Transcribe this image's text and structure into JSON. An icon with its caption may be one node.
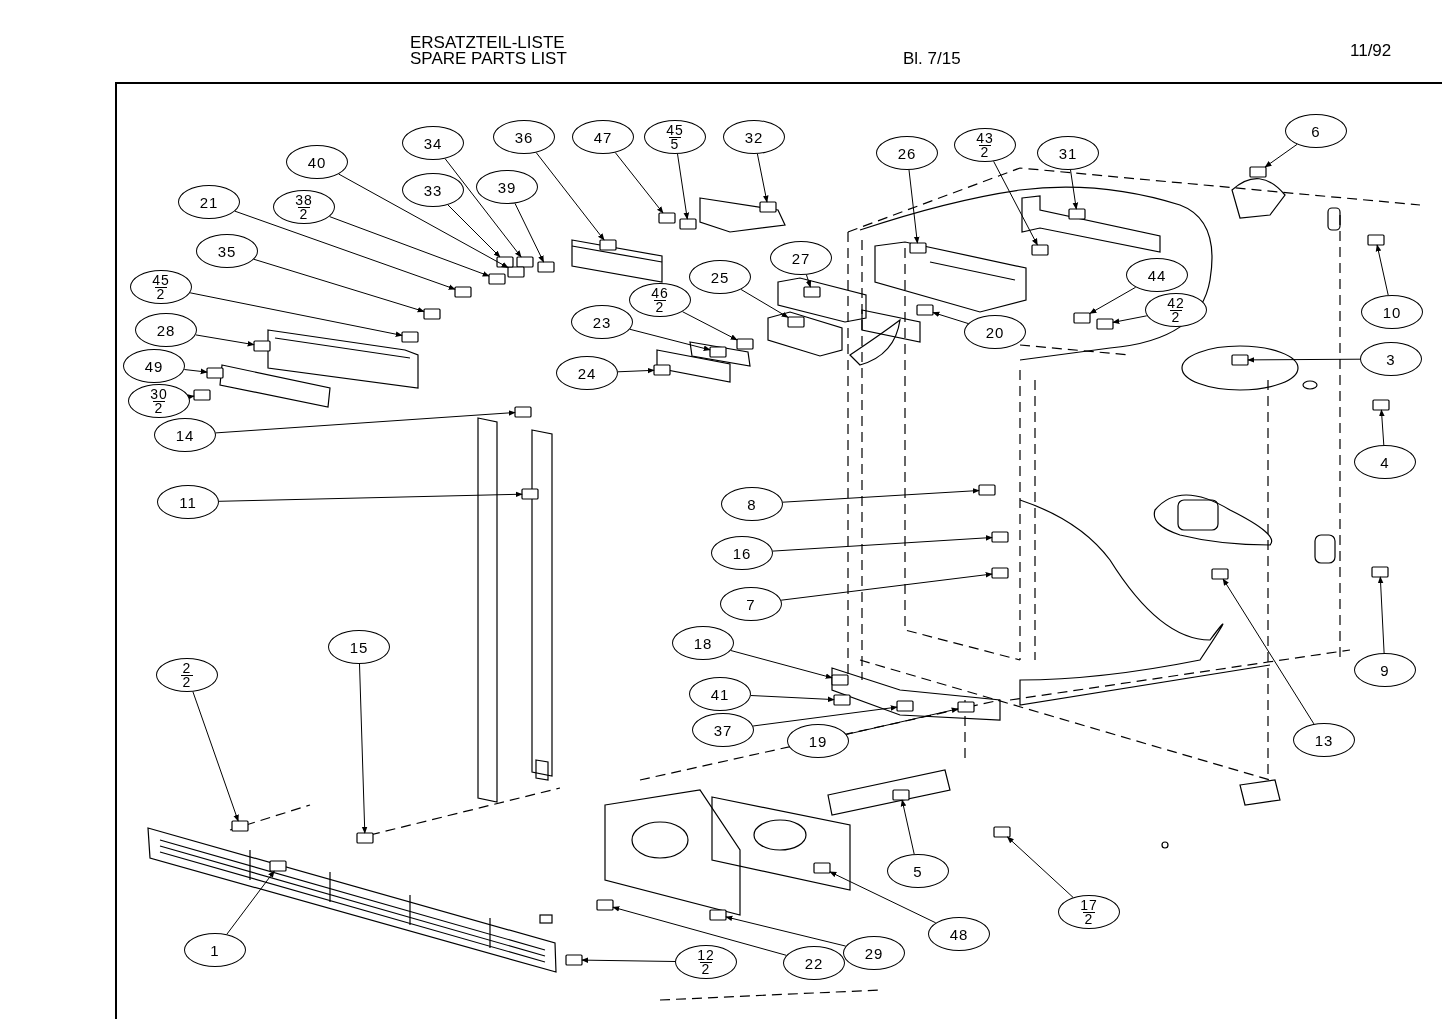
{
  "diagram": {
    "nodes": [
      {
        "text": [
          "34"
        ]
      },
      {
        "text": [
          "36"
        ]
      },
      {
        "text": [
          "47"
        ]
      },
      {
        "text": [
          "45",
          "5"
        ]
      },
      {
        "text": [
          "32"
        ]
      },
      {
        "text": [
          "26"
        ]
      },
      {
        "text": [
          "43",
          "2"
        ]
      },
      {
        "text": [
          "31"
        ]
      },
      {
        "text": [
          "6"
        ]
      },
      {
        "text": [
          "40"
        ]
      },
      {
        "text": [
          "33"
        ]
      },
      {
        "text": [
          "39"
        ]
      },
      {
        "text": [
          "21"
        ]
      },
      {
        "text": [
          "38",
          "2"
        ]
      },
      {
        "text": [
          "35"
        ]
      },
      {
        "text": [
          "27"
        ]
      },
      {
        "text": [
          "44"
        ]
      },
      {
        "text": [
          "45",
          "2"
        ]
      },
      {
        "text": [
          "46",
          "2"
        ]
      },
      {
        "text": [
          "25"
        ]
      },
      {
        "text": [
          "42",
          "2"
        ]
      },
      {
        "text": [
          "10"
        ]
      },
      {
        "text": [
          "23"
        ]
      },
      {
        "text": [
          "28"
        ]
      },
      {
        "text": [
          "20"
        ]
      },
      {
        "text": [
          "3"
        ]
      },
      {
        "text": [
          "49"
        ]
      },
      {
        "text": [
          "24"
        ]
      },
      {
        "text": [
          "30",
          "2"
        ]
      },
      {
        "text": [
          "14"
        ]
      },
      {
        "text": [
          "4"
        ]
      },
      {
        "text": [
          "11"
        ]
      },
      {
        "text": [
          "8"
        ]
      },
      {
        "text": [
          "16"
        ]
      },
      {
        "text": [
          "7"
        ]
      },
      {
        "text": [
          "15"
        ]
      },
      {
        "text": [
          "18"
        ]
      },
      {
        "text": [
          "2",
          "2"
        ]
      },
      {
        "text": [
          "9"
        ]
      },
      {
        "text": [
          "41"
        ]
      },
      {
        "text": [
          "37"
        ]
      },
      {
        "text": [
          "19"
        ]
      },
      {
        "text": [
          "13"
        ]
      },
      {
        "text": [
          "5"
        ]
      },
      {
        "text": [
          "17",
          "2"
        ]
      },
      {
        "text": [
          "48"
        ]
      },
      {
        "text": [
          "29"
        ]
      },
      {
        "text": [
          "1"
        ]
      },
      {
        "text": [
          "12",
          "2"
        ]
      },
      {
        "text": [
          "22"
        ]
      },
      {
        "text": [],
        "shape": "box"
      },
      {
        "text": [],
        "shape": "box"
      },
      {
        "text": [],
        "shape": "box"
      },
      {
        "text": [],
        "shape": "box"
      },
      {
        "text": [],
        "shape": "box"
      },
      {
        "text": [],
        "shape": "box"
      },
      {
        "text": [],
        "shape": "box"
      },
      {
        "text": [],
        "shape": "box"
      },
      {
        "text": [],
        "shape": "box"
      },
      {
        "text": [],
        "shape": "box"
      },
      {
        "text": [],
        "shape": "box"
      },
      {
        "text": [],
        "shape": "box"
      },
      {
        "text": [],
        "shape": "box"
      },
      {
        "text": [],
        "shape": "box"
      },
      {
        "text": [],
        "shape": "box"
      },
      {
        "text": [],
        "shape": "box"
      },
      {
        "text": [],
        "shape": "box"
      },
      {
        "text": [],
        "shape": "box"
      },
      {
        "text": [],
        "shape": "box"
      },
      {
        "text": [],
        "shape": "box"
      },
      {
        "text": [],
        "shape": "box"
      },
      {
        "text": [],
        "shape": "box"
      },
      {
        "text": [],
        "shape": "box"
      },
      {
        "text": [],
        "shape": "box"
      },
      {
        "text": [],
        "shape": "box"
      },
      {
        "text": [],
        "shape": "box"
      },
      {
        "text": [],
        "shape": "box"
      },
      {
        "text": [],
        "shape": "box"
      },
      {
        "text": [],
        "shape": "box"
      },
      {
        "text": [],
        "shape": "box"
      },
      {
        "text": [],
        "shape": "box"
      },
      {
        "text": [],
        "shape": "box"
      },
      {
        "text": [],
        "shape": "box"
      },
      {
        "text": [],
        "shape": "box"
      },
      {
        "text": [],
        "shape": "box"
      },
      {
        "text": [],
        "shape": "box"
      },
      {
        "text": [],
        "shape": "box"
      },
      {
        "text": [],
        "shape": "box"
      },
      {
        "text": [],
        "shape": "box"
      },
      {
        "text": [],
        "shape": "box"
      },
      {
        "text": [],
        "shape": "box"
      },
      {
        "text": [],
        "shape": "box"
      },
      {
        "text": [],
        "shape": "box"
      },
      {
        "text": [],
        "shape": "box"
      },
      {
        "text": [],
        "shape": "box"
      },
      {
        "text": [],
        "shape": "box"
      },
      {
        "text": [],
        "shape": "box"
      },
      {
        "text": [],
        "shape": "box"
      },
      {
        "text": [],
        "shape": "box"
      },
      {
        "text": [],
        "shape": "box"
      }
    ],
    "edges": [
      {
        "from": 0,
        "to": 50,
        "arrow": "to"
      },
      {
        "from": 1,
        "to": 51,
        "arrow": "to"
      },
      {
        "from": 2,
        "to": 52,
        "arrow": "to"
      },
      {
        "from": 3,
        "to": 53,
        "arrow": "to"
      },
      {
        "from": 4,
        "to": 54,
        "arrow": "to"
      },
      {
        "from": 5,
        "to": 55,
        "arrow": "to"
      },
      {
        "from": 6,
        "to": 56,
        "arrow": "to"
      },
      {
        "from": 7,
        "to": 57,
        "arrow": "to"
      },
      {
        "from": 8,
        "to": 58,
        "arrow": "to"
      },
      {
        "from": 9,
        "to": 59,
        "arrow": "to"
      },
      {
        "from": 10,
        "to": 60,
        "arrow": "to"
      },
      {
        "from": 11,
        "to": 61,
        "arrow": "to"
      },
      {
        "from": 12,
        "to": 62,
        "arrow": "to"
      },
      {
        "from": 13,
        "to": 63,
        "arrow": "to"
      },
      {
        "from": 14,
        "to": 64,
        "arrow": "to"
      },
      {
        "from": 15,
        "to": 65,
        "arrow": "to"
      },
      {
        "from": 16,
        "to": 66,
        "arrow": "to"
      },
      {
        "from": 17,
        "to": 67,
        "arrow": "to"
      },
      {
        "from": 18,
        "to": 68,
        "arrow": "to"
      },
      {
        "from": 19,
        "to": 69,
        "arrow": "to"
      },
      {
        "from": 20,
        "to": 70,
        "arrow": "to"
      },
      {
        "from": 21,
        "to": 71,
        "arrow": "to"
      },
      {
        "from": 22,
        "to": 72,
        "arrow": "to"
      },
      {
        "from": 23,
        "to": 73,
        "arrow": "to"
      },
      {
        "from": 24,
        "to": 74,
        "arrow": "to"
      },
      {
        "from": 25,
        "to": 75,
        "arrow": "to"
      },
      {
        "from": 26,
        "to": 76,
        "arrow": "to"
      },
      {
        "from": 27,
        "to": 77,
        "arrow": "to"
      },
      {
        "from": 28,
        "to": 78,
        "arrow": "to"
      },
      {
        "from": 29,
        "to": 79,
        "arrow": "to"
      },
      {
        "from": 30,
        "to": 80,
        "arrow": "to"
      },
      {
        "from": 31,
        "to": 81,
        "arrow": "to"
      },
      {
        "from": 32,
        "to": 82,
        "arrow": "to"
      },
      {
        "from": 33,
        "to": 83,
        "arrow": "to"
      },
      {
        "from": 34,
        "to": 84,
        "arrow": "to"
      },
      {
        "from": 35,
        "to": 85,
        "arrow": "to"
      },
      {
        "from": 36,
        "to": 86,
        "arrow": "to"
      },
      {
        "from": 37,
        "to": 87,
        "arrow": "to"
      },
      {
        "from": 38,
        "to": 88,
        "arrow": "to"
      },
      {
        "from": 39,
        "to": 89,
        "arrow": "to"
      },
      {
        "from": 40,
        "to": 90,
        "arrow": "to"
      },
      {
        "from": 41,
        "to": 91,
        "arrow": "to"
      },
      {
        "from": 42,
        "to": 92,
        "arrow": "to"
      },
      {
        "from": 43,
        "to": 93,
        "arrow": "to"
      },
      {
        "from": 44,
        "to": 94,
        "arrow": "to"
      },
      {
        "from": 45,
        "to": 95,
        "arrow": "to"
      },
      {
        "from": 46,
        "to": 96,
        "arrow": "to"
      },
      {
        "from": 47,
        "to": 97,
        "arrow": "to"
      },
      {
        "from": 48,
        "to": 98,
        "arrow": "to"
      },
      {
        "from": 49,
        "to": 99,
        "arrow": "to"
      }
    ],
    "labels": [
      "ERSATZTEIL-LISTE",
      "SPARE PARTS LIST",
      "Bl. 7/15",
      "11/92"
    ]
  }
}
